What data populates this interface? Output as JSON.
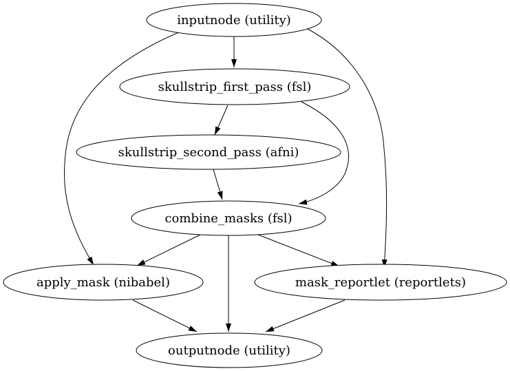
{
  "diagram": {
    "type": "directed-graph",
    "background_color": "#ffffff",
    "node_fill_color": "#ffffff",
    "node_stroke_color": "#000000",
    "edge_color": "#000000",
    "text_color": "#000000",
    "nodes": [
      {
        "id": "inputnode",
        "label": "inputnode (utility)"
      },
      {
        "id": "skullstrip_first_pass",
        "label": "skullstrip_first_pass (fsl)"
      },
      {
        "id": "skullstrip_second_pass",
        "label": "skullstrip_second_pass (afni)"
      },
      {
        "id": "combine_masks",
        "label": "combine_masks (fsl)"
      },
      {
        "id": "apply_mask",
        "label": "apply_mask (nibabel)"
      },
      {
        "id": "mask_reportlet",
        "label": "mask_reportlet (reportlets)"
      },
      {
        "id": "outputnode",
        "label": "outputnode (utility)"
      }
    ],
    "edges": [
      {
        "from": "inputnode",
        "to": "skullstrip_first_pass"
      },
      {
        "from": "inputnode",
        "to": "apply_mask"
      },
      {
        "from": "inputnode",
        "to": "mask_reportlet"
      },
      {
        "from": "skullstrip_first_pass",
        "to": "skullstrip_second_pass"
      },
      {
        "from": "skullstrip_first_pass",
        "to": "combine_masks"
      },
      {
        "from": "skullstrip_second_pass",
        "to": "combine_masks"
      },
      {
        "from": "combine_masks",
        "to": "apply_mask"
      },
      {
        "from": "combine_masks",
        "to": "outputnode"
      },
      {
        "from": "combine_masks",
        "to": "mask_reportlet"
      },
      {
        "from": "apply_mask",
        "to": "outputnode"
      },
      {
        "from": "mask_reportlet",
        "to": "outputnode"
      }
    ]
  }
}
